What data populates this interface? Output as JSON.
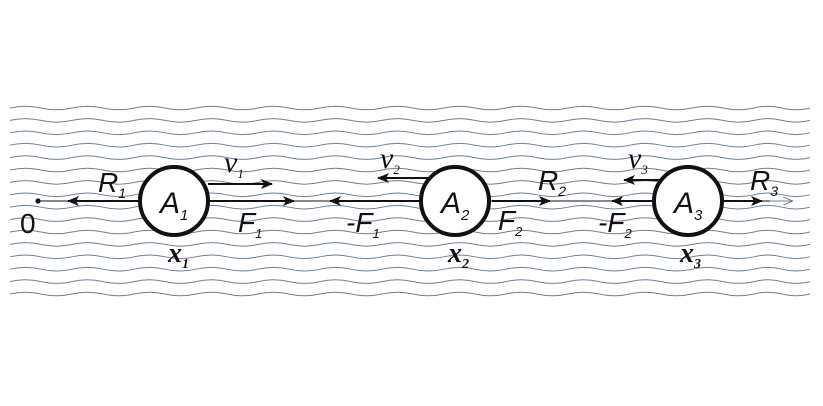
{
  "colors": {
    "water": "#6f7f93",
    "ink": "#111111",
    "disc_fill": "#ffffff"
  },
  "origin_label": "0",
  "bodies": [
    {
      "name": "A",
      "sub": "1",
      "x_label": "x",
      "x_sub": "1"
    },
    {
      "name": "A",
      "sub": "2",
      "x_label": "x",
      "x_sub": "2"
    },
    {
      "name": "A",
      "sub": "3",
      "x_label": "x",
      "x_sub": "3"
    }
  ],
  "forces": {
    "R1": {
      "main": "R",
      "sub": "1"
    },
    "v1": {
      "main": "v",
      "sub": "1"
    },
    "F1": {
      "main": "F",
      "sub": "1"
    },
    "v2": {
      "main": "v",
      "sub": "2"
    },
    "neg_F1": {
      "main": "-F",
      "sub": "1"
    },
    "R2": {
      "main": "R",
      "sub": "2"
    },
    "F2": {
      "main": "F",
      "sub": "2"
    },
    "v3": {
      "main": "v",
      "sub": "3"
    },
    "neg_F2": {
      "main": "-F",
      "sub": "2"
    },
    "R3": {
      "main": "R",
      "sub": "3"
    }
  }
}
